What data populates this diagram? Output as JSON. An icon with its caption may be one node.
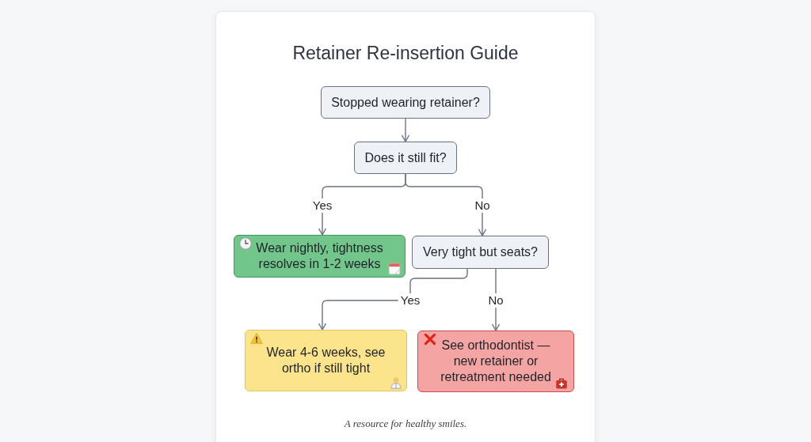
{
  "diagram": {
    "title": "Retainer Re-insertion Guide",
    "caption": "A resource for healthy smiles.",
    "nodes": [
      {
        "text": [
          "Stopped wearing retainer?"
        ]
      },
      {
        "text": [
          "Does it still fit?"
        ]
      },
      {
        "text": [
          "Wear nightly, tightness resolves in 1-2 weeks"
        ]
      },
      {
        "text": [
          "Very tight but seats?"
        ]
      },
      {
        "text": [
          "Wear 4-6 weeks, see ortho if still tight"
        ]
      },
      {
        "text": [
          "See orthodontist — new retainer or retreatment needed"
        ]
      }
    ],
    "edges": [
      {
        "from": 0,
        "to": 1,
        "arrow": "to"
      },
      {
        "from": 1,
        "to": 2,
        "arrow": "to",
        "label": "Yes"
      },
      {
        "from": 1,
        "to": 3,
        "arrow": "to",
        "label": "No"
      },
      {
        "from": 3,
        "to": 4,
        "arrow": "to",
        "label": "Yes"
      },
      {
        "from": 3,
        "to": 5,
        "arrow": "to",
        "label": "No"
      }
    ]
  }
}
